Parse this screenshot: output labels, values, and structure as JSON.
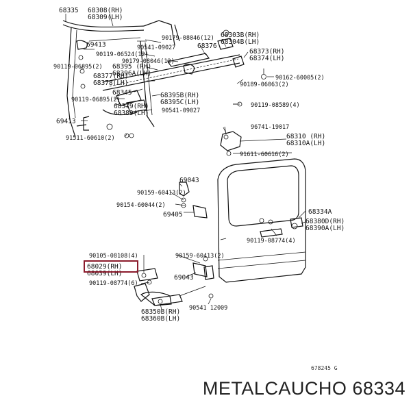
{
  "labels": {
    "l68335": "68335",
    "l68308": "68308(RH)",
    "l68309": "68309(LH)",
    "l90179a": "90179-08046(12)",
    "l68303b": "68303B(RH)",
    "l68304b": "68304B(LH)",
    "l69413a": "69413",
    "l90541a": "90541-09027",
    "l68376": "68376",
    "l68373": "68373(RH)",
    "l68374": "68374(LH)",
    "l90119a": "90119-06524(12)",
    "l90179b": "90179-08046(12)",
    "l90119b": "90119-06895(2)",
    "l68395": "68395 (RH)",
    "l68396a": "68396A(LH)",
    "l68377": "68377(RH)",
    "l68378": "68378(LH)",
    "l90162": "90162-60005(2)",
    "l90189": "90189-06063(2)",
    "l68345": "68345",
    "l68395b": "68395B(RH)",
    "l68395c": "68395C(LH)",
    "l90119c": "90119-06895(2)",
    "l68379": "68379(RH)",
    "l68389": "68389(LH)",
    "l90541b": "90541-09027",
    "l90119d": "90119-08589(4)",
    "l69413b": "69413",
    "l96741": "96741-19017",
    "l91511": "91511-60610(2)",
    "l68310": "68310 (RH)",
    "l68310a": "68310A(LH)",
    "l91611": "91611-60616(2)",
    "l69043a": "69043",
    "l90159a": "90159-60413(2)",
    "l90154": "90154-60044(2)",
    "l69405": "69405",
    "l68334a": "68334A",
    "l68380d": "68380D(RH)",
    "l68390a": "68390A(LH)",
    "l90119e": "90119-08774(4)",
    "l90105": "90105-08108(4)",
    "l68029": "68029(RH)",
    "l68039": "68039(LH)",
    "l90159b": "90159-60413(2)",
    "l69043b": "69043",
    "l90119f": "90119-08774(6)",
    "l90541c": "90541 12009",
    "l68350b": "68350B(RH)",
    "l68360b": "68360B(LH)",
    "figure_code": "678245 G"
  },
  "brand_text": "METALCAUCHO 68334",
  "highlight_color": "#8b1a2b"
}
